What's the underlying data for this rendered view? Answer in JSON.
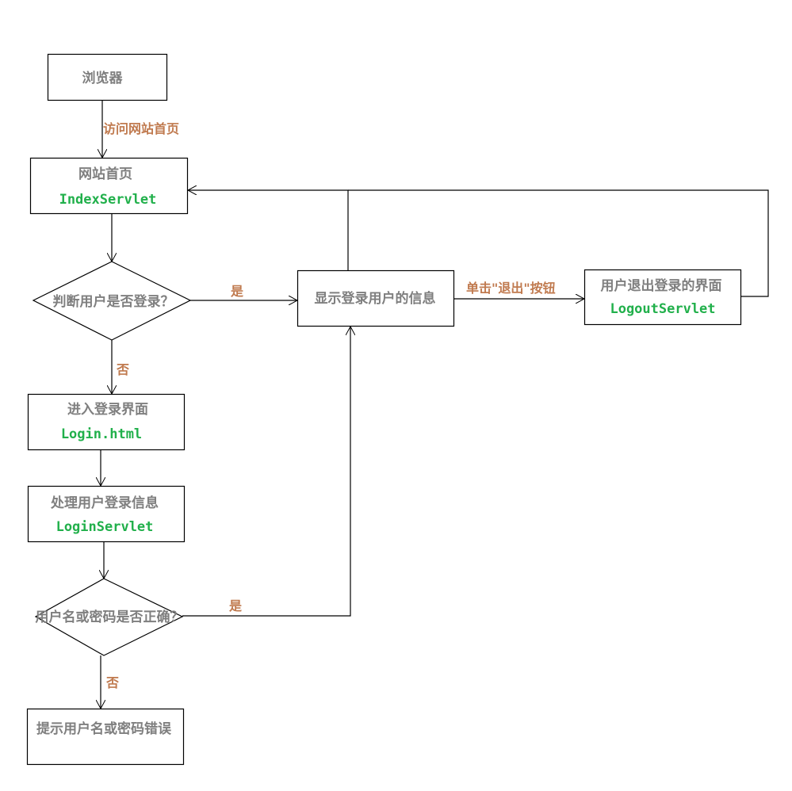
{
  "colors": {
    "node_text": "#7f7f7f",
    "code_text": "#21b04b",
    "edge_label": "#c07a4f",
    "stroke": "#000000"
  },
  "nodes": {
    "browser": {
      "label": "浏览器"
    },
    "index": {
      "label": "网站首页",
      "code": "IndexServlet"
    },
    "check_login": {
      "label": "判断用户是否登录？"
    },
    "show_info": {
      "label": "显示登录用户的信息"
    },
    "logout": {
      "label": "用户退出登录的界面",
      "code": "LogoutServlet"
    },
    "login_page": {
      "label": "进入登录界面",
      "code": "Login.html"
    },
    "login_servlet": {
      "label": "处理用户登录信息",
      "code": "LoginServlet"
    },
    "check_credentials": {
      "label": "用户名或密码是否正确？"
    },
    "error": {
      "label": "提示用户名或密码错误"
    }
  },
  "edges": {
    "visit_home": "访问网站首页",
    "logged_in_yes": "是",
    "logged_in_no": "否",
    "click_logout": "单击\"退出\"按钮",
    "credentials_yes": "是",
    "credentials_no": "否"
  }
}
